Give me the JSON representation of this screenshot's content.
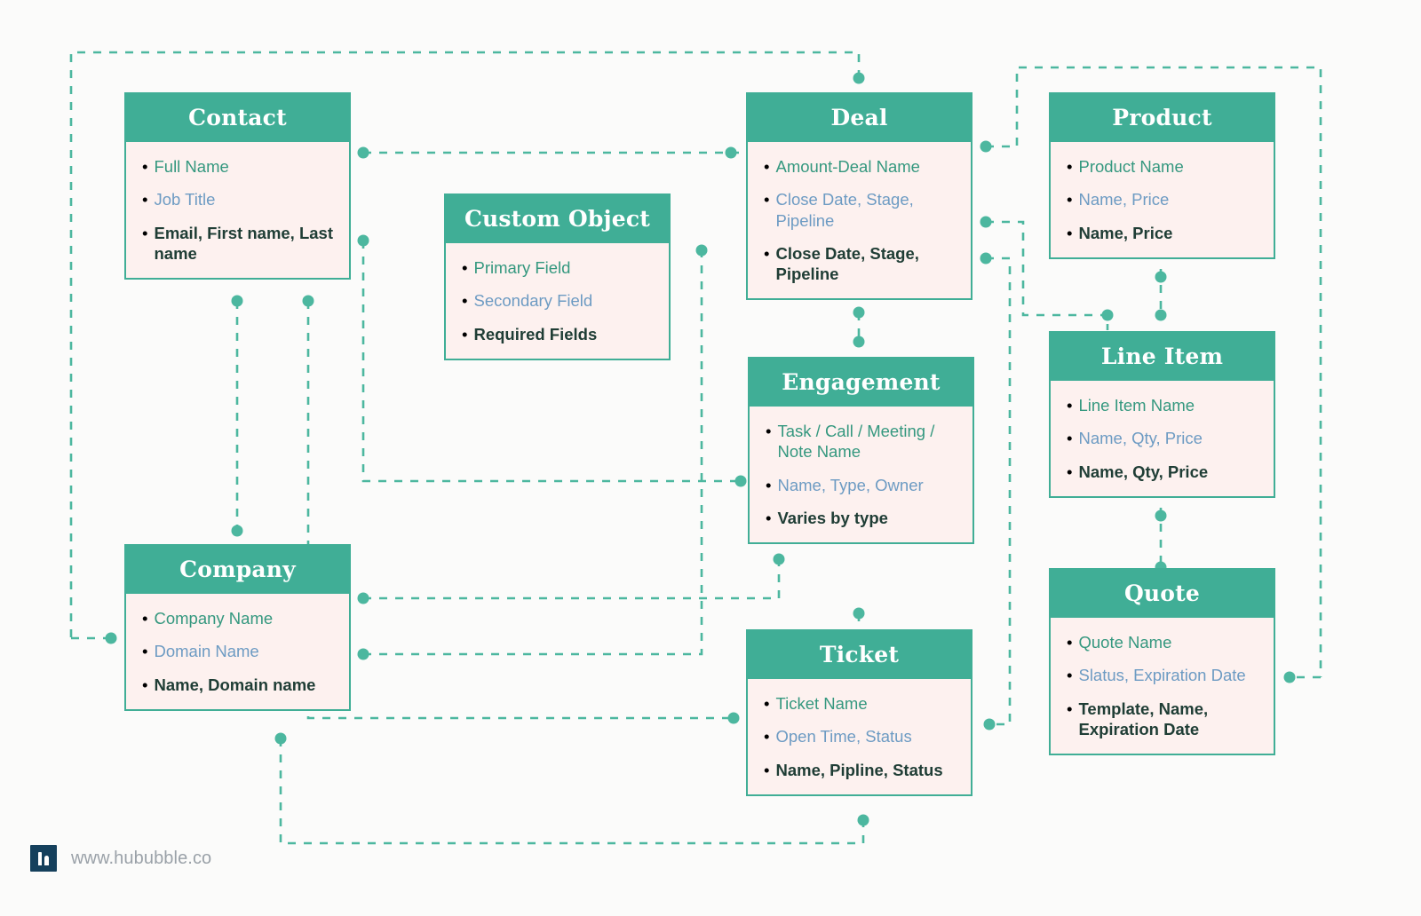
{
  "canvas": {
    "background": "#fbfbfa",
    "accent_green": "#40ae96",
    "card_body_bg": "#fdf1ef",
    "primary_field_color": "#35987f",
    "secondary_field_color": "#6d9bc3",
    "required_field_color": "#1f3d35",
    "connector_color": "#4cb79f"
  },
  "footer": {
    "url": "www.hububble.co",
    "logo_name": "hububble-logo"
  },
  "entities": [
    {
      "id": "contact",
      "title": "Contact",
      "fields": [
        {
          "text": "Full Name",
          "kind": "primary"
        },
        {
          "text": "Job Title",
          "kind": "secondary"
        },
        {
          "text": "Email, First name, Last name",
          "kind": "required"
        }
      ]
    },
    {
      "id": "custom-object",
      "title": "Custom Object",
      "fields": [
        {
          "text": "Primary Field",
          "kind": "primary"
        },
        {
          "text": "Secondary Field",
          "kind": "secondary"
        },
        {
          "text": "Required Fields",
          "kind": "required"
        }
      ]
    },
    {
      "id": "deal",
      "title": "Deal",
      "fields": [
        {
          "text": "Amount-Deal Name",
          "kind": "primary"
        },
        {
          "text": "Close Date, Stage, Pipeline",
          "kind": "secondary"
        },
        {
          "text": "Close Date, Stage, Pipeline",
          "kind": "required"
        }
      ]
    },
    {
      "id": "product",
      "title": "Product",
      "fields": [
        {
          "text": "Product Name",
          "kind": "primary"
        },
        {
          "text": "Name, Price",
          "kind": "secondary"
        },
        {
          "text": "Name, Price",
          "kind": "required"
        }
      ]
    },
    {
      "id": "engagement",
      "title": "Engagement",
      "fields": [
        {
          "text": "Task / Call / Meeting / Note Name",
          "kind": "primary"
        },
        {
          "text": "Name, Type, Owner",
          "kind": "secondary"
        },
        {
          "text": "Varies by type",
          "kind": "required"
        }
      ]
    },
    {
      "id": "line-item",
      "title": "Line Item",
      "fields": [
        {
          "text": "Line Item Name",
          "kind": "primary"
        },
        {
          "text": "Name, Qty, Price",
          "kind": "secondary"
        },
        {
          "text": "Name, Qty, Price",
          "kind": "required"
        }
      ]
    },
    {
      "id": "company",
      "title": "Company",
      "fields": [
        {
          "text": "Company Name",
          "kind": "primary"
        },
        {
          "text": "Domain Name",
          "kind": "secondary"
        },
        {
          "text": "Name, Domain name",
          "kind": "required"
        }
      ]
    },
    {
      "id": "ticket",
      "title": "Ticket",
      "fields": [
        {
          "text": "Ticket Name",
          "kind": "primary"
        },
        {
          "text": "Open Time, Status",
          "kind": "secondary"
        },
        {
          "text": "Name, Pipline, Status",
          "kind": "required"
        }
      ]
    },
    {
      "id": "quote",
      "title": "Quote",
      "fields": [
        {
          "text": "Quote Name",
          "kind": "primary"
        },
        {
          "text": "Slatus, Expiration Date",
          "kind": "secondary"
        },
        {
          "text": "Template, Name, Expiration Date",
          "kind": "required"
        }
      ]
    }
  ],
  "bullet": "•"
}
